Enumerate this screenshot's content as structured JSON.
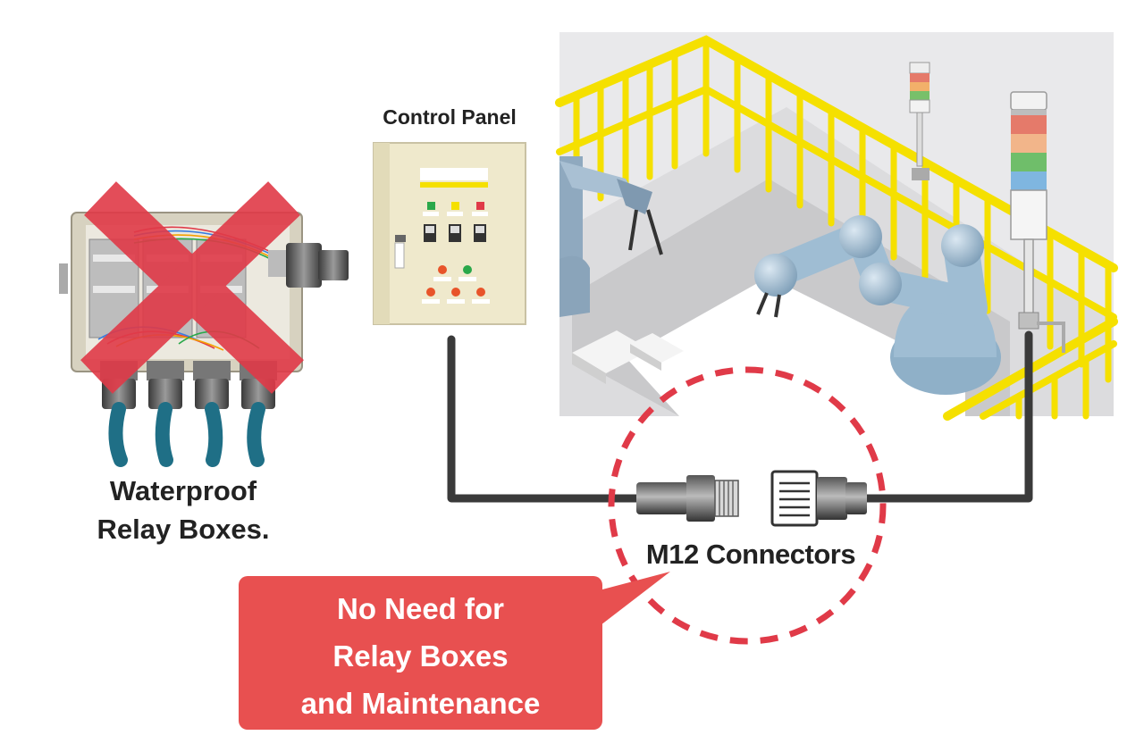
{
  "labels": {
    "control_panel": "Control Panel",
    "relay_boxes_line1": "Waterproof",
    "relay_boxes_line2": "Relay Boxes.",
    "m12_connectors": "M12 Connectors"
  },
  "callout": {
    "line1": "No Need for",
    "line2": "Relay Boxes",
    "line3": "and Maintenance"
  },
  "colors": {
    "callout": "#e85050",
    "cross": "#e03a48",
    "railing": "#f5e000",
    "robot": "#8fb0c8",
    "cable": "#3a3a3a",
    "panel": "#efe9cc"
  },
  "icons": {
    "relay_box": "relay-box-icon",
    "control_panel": "control-panel-icon",
    "robot_arm": "robot-arm-icon",
    "signal_tower": "signal-tower-icon",
    "m12_male": "m12-male-connector-icon",
    "m12_female": "m12-female-connector-icon"
  }
}
